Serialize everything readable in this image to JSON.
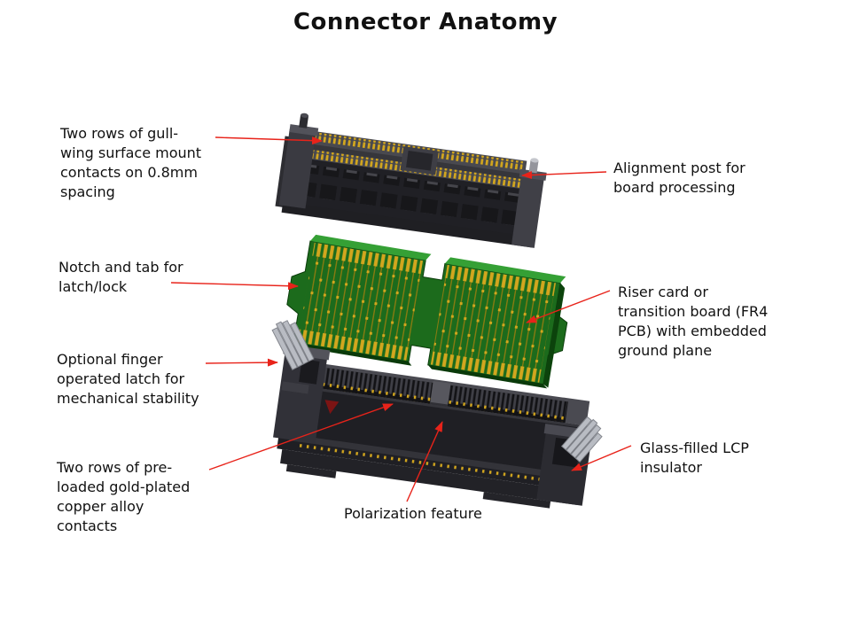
{
  "slide": {
    "title": "Connector Anatomy"
  },
  "labels": {
    "gull_wing": "Two rows of gull-\nwing surface mount\ncontacts on 0.8mm\nspacing",
    "alignment_post": "Alignment post for\nboard processing",
    "notch_tab": "Notch and tab for\nlatch/lock",
    "riser_card": "Riser card or\ntransition board (FR4\nPCB) with embedded\nground plane",
    "finger_latch": "Optional finger\noperated latch for\nmechanical stability",
    "preloaded_contacts": "Two rows of pre-\nloaded gold-plated\ncopper alloy\ncontacts",
    "polarization": "Polarization feature",
    "lcp_insulator": "Glass-filled LCP\ninsulator"
  },
  "colors": {
    "background": "#ffffff",
    "text": "#111111",
    "arrow": "#e8231a",
    "gold": "#d2a61e",
    "trace": "#8f7c10",
    "pcb": "#1c6b1c",
    "pcbLight": "#35a035",
    "pcbDark": "#0b3d0b",
    "bodyDark": "#202025",
    "bodyMid": "#3a3a41",
    "bodyLight": "#52525a",
    "rib": "#3f3f46",
    "silver": "#b9bcc3",
    "marker": "#7c1414"
  }
}
